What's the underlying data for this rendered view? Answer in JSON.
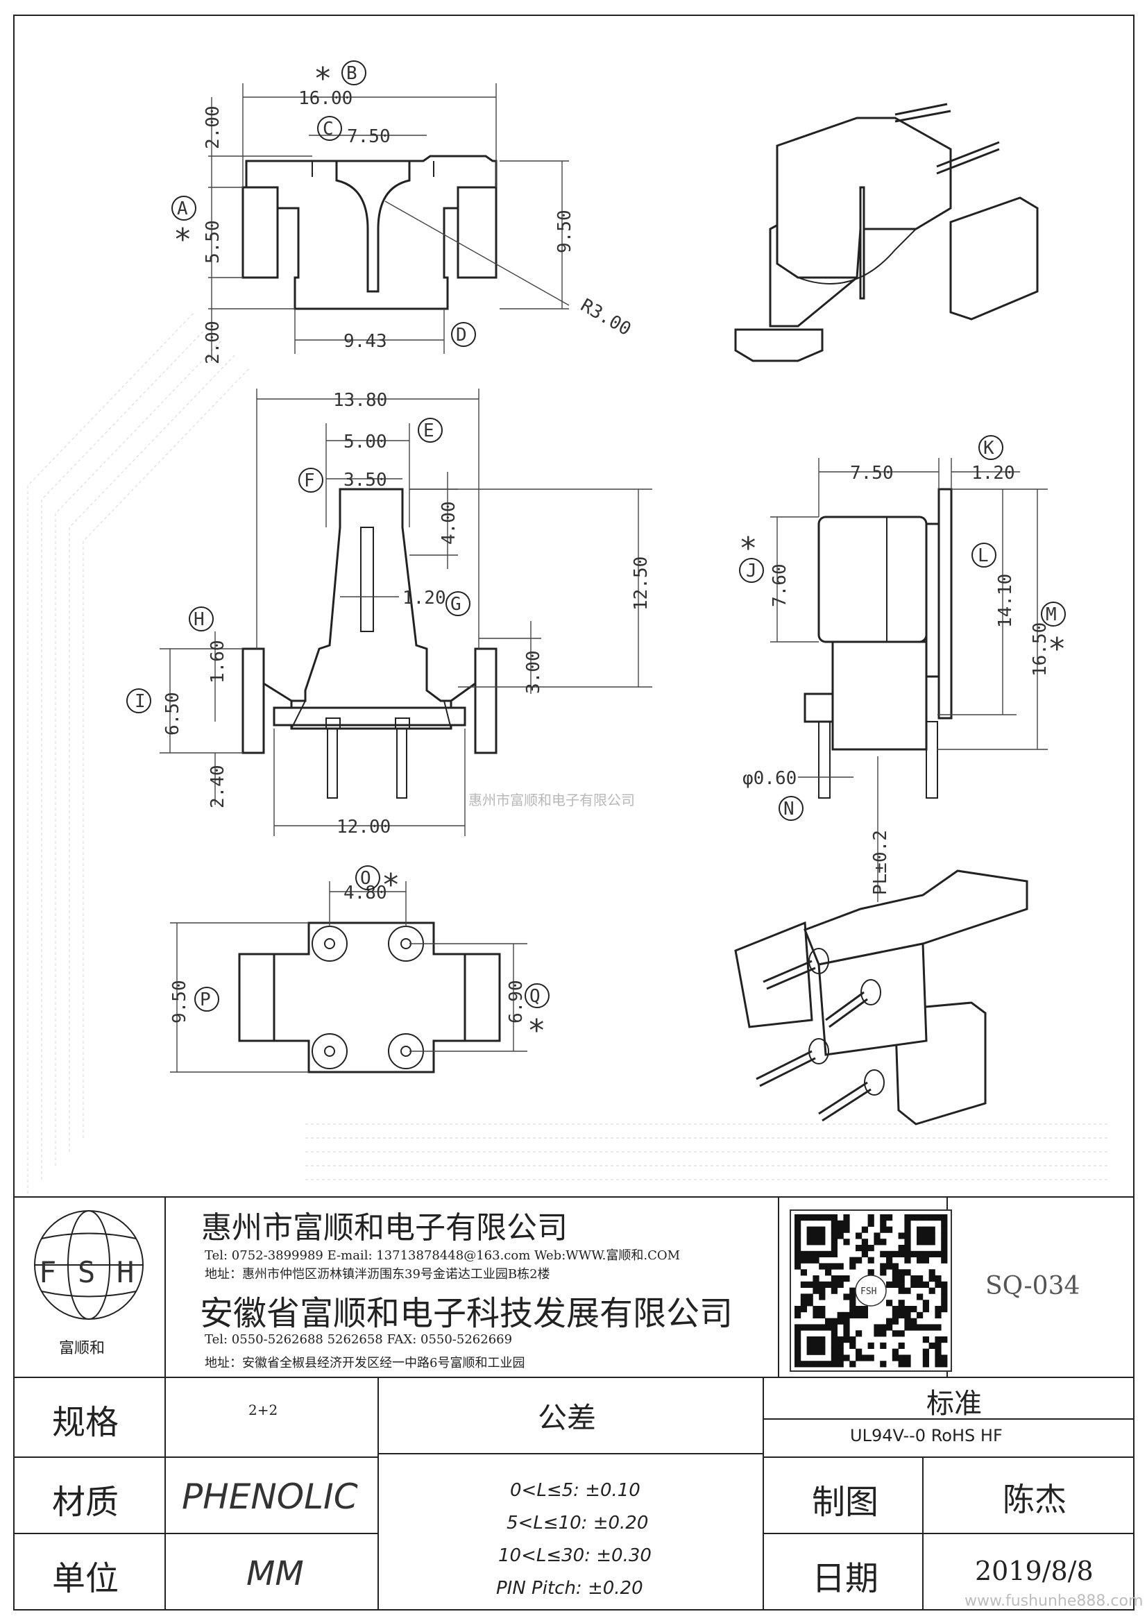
{
  "views": {
    "top": {
      "dims": [
        "16.00",
        "7.50",
        "2.00",
        "5.50",
        "9.50",
        "2.00",
        "9.43",
        "R3.00"
      ],
      "callouts": [
        "A",
        "B",
        "C",
        "D"
      ]
    },
    "front": {
      "dims": [
        "13.80",
        "5.00",
        "3.50",
        "4.00",
        "1.20",
        "12.50",
        "1.60",
        "3.00",
        "6.50",
        "2.40",
        "12.00"
      ],
      "callouts": [
        "E",
        "F",
        "G",
        "H",
        "I"
      ]
    },
    "side": {
      "dims": [
        "7.50",
        "1.20",
        "7.60",
        "14.10",
        "16.50",
        "φ0.60",
        "PL±0.2"
      ],
      "callouts": [
        "K",
        "J",
        "L",
        "M",
        "N"
      ]
    },
    "bottom": {
      "dims": [
        "4.80",
        "9.50",
        "6.90"
      ],
      "callouts": [
        "O",
        "P",
        "Q"
      ]
    },
    "critical_mark": "*",
    "watermark": "惠州市富顺和电子有限公司"
  },
  "company": {
    "logo_letters": [
      "F",
      "S",
      "H"
    ],
    "logo_caption": "富顺和",
    "name1": "惠州市富顺和电子有限公司",
    "contact1": "Tel: 0752-3899989  E-mail: 13713878448@163.com  Web:WWW.富顺和.COM",
    "address1": "地址：惠州市仲恺区沥林镇泮沥围东39号金诺达工业园B栋2楼",
    "name2": "安徽省富顺和电子科技发展有限公司",
    "contact2": "Tel: 0550-5262688  5262658    FAX: 0550-5262669",
    "address2": "地址：安徽省全椒县经济开发区经一中路6号富顺和工业园",
    "qr_caption": "FSH"
  },
  "part_number": "SQ-034",
  "spec": {
    "label": "规格",
    "value": "2+2"
  },
  "material": {
    "label": "材质",
    "value": "PHENOLIC"
  },
  "unit": {
    "label": "单位",
    "value": "MM"
  },
  "tolerance": {
    "label": "公差",
    "rows": [
      "0<L≤5: ±0.10",
      "5<L≤10: ±0.20",
      "10<L≤30: ±0.30",
      "PIN Pitch: ±0.20"
    ]
  },
  "standard": {
    "label": "标准",
    "value": "UL94V--0  RoHS HF"
  },
  "drawn_by": {
    "label": "制图",
    "value": "陈杰"
  },
  "date": {
    "label": "日期",
    "value": "2019/8/8"
  },
  "site_watermark": "www.fushunhe888.com"
}
